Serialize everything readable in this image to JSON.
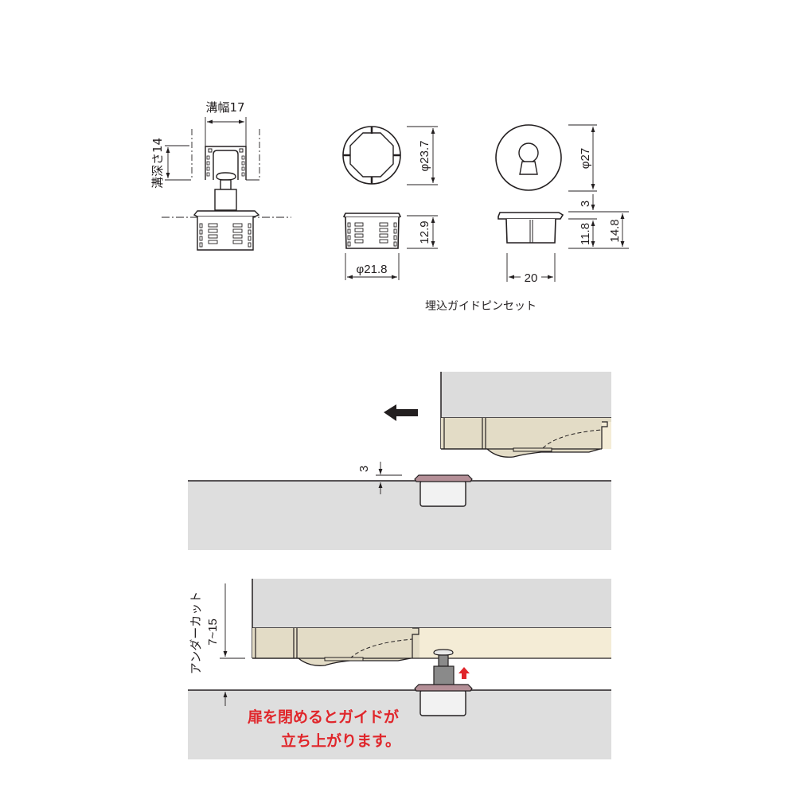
{
  "top_section": {
    "side_view": {
      "groove_width_label": "溝幅17",
      "groove_depth_label": "溝深さ14"
    },
    "socket": {
      "top_diameter_label": "φ23.7",
      "height_label": "12.9",
      "bottom_diameter_label": "φ21.8"
    },
    "cap": {
      "diameter_label": "φ27",
      "flange_label": "3",
      "body_height_label": "11.8",
      "total_height_label": "14.8",
      "width_label": "20"
    },
    "caption": "埋込ガイドピンセット"
  },
  "middle_section": {
    "direction": "left",
    "protrusion_label": "3"
  },
  "bottom_section": {
    "undercut_label_line1": "アンダーカット",
    "undercut_label_line2": "7~15",
    "note_line1": "扉を閉めるとガイドが",
    "note_line2": "立ち上がります。"
  },
  "colors": {
    "line": "#231f20",
    "floor": "#dedede",
    "door": "#dcdcdc",
    "rail": "#e5dfc9",
    "rail_light": "#f4ecd6",
    "cap_top": "#b48f97",
    "socket_fill": "#f2f2f2",
    "pin_gray": "#8a8a8a",
    "arrow_red": "#e0262b",
    "note_red": "#e0262b"
  }
}
